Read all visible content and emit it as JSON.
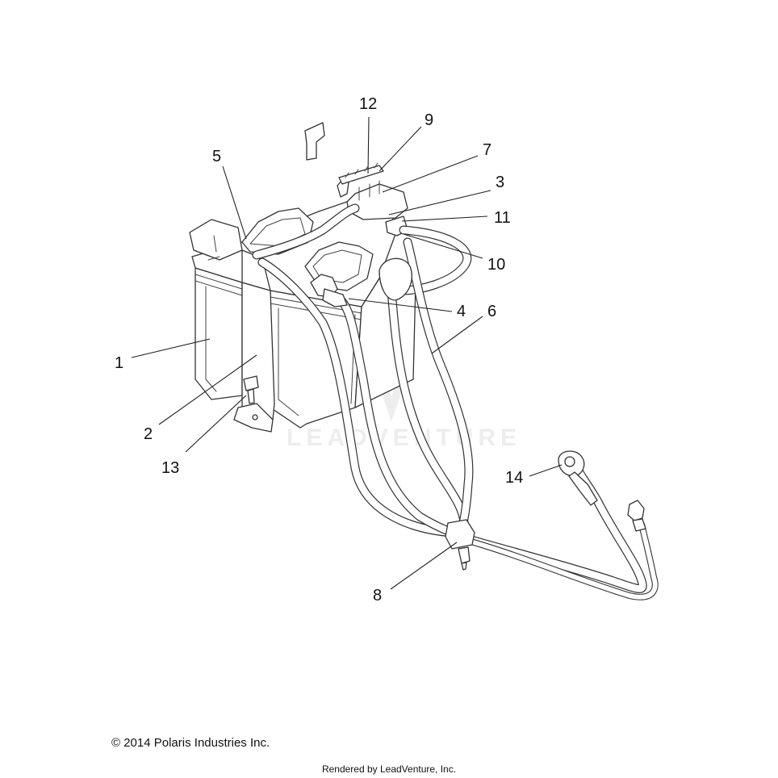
{
  "diagram": {
    "callouts": [
      {
        "id": "1",
        "label": "1"
      },
      {
        "id": "2",
        "label": "2"
      },
      {
        "id": "3",
        "label": "3"
      },
      {
        "id": "4",
        "label": "4"
      },
      {
        "id": "5",
        "label": "5"
      },
      {
        "id": "6",
        "label": "6"
      },
      {
        "id": "7",
        "label": "7"
      },
      {
        "id": "8",
        "label": "8"
      },
      {
        "id": "9",
        "label": "9"
      },
      {
        "id": "10",
        "label": "10"
      },
      {
        "id": "11",
        "label": "11"
      },
      {
        "id": "12",
        "label": "12"
      },
      {
        "id": "13",
        "label": "13"
      },
      {
        "id": "14",
        "label": "14"
      }
    ],
    "watermark": "LEADVENTURE"
  },
  "footer": {
    "copyright": "© 2014 Polaris Industries Inc.",
    "rendered_by": "Rendered by LeadVenture, Inc."
  }
}
